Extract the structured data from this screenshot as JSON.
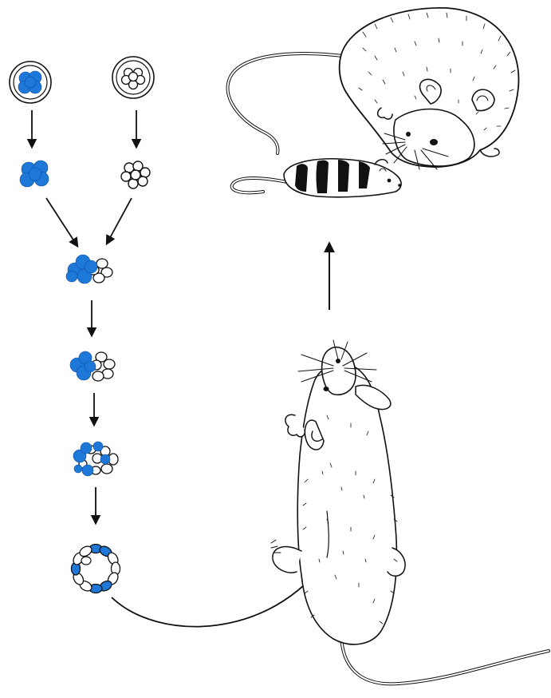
{
  "figure": {
    "colors": {
      "blue": "#1e78d8",
      "ink": "#111111",
      "paper": "#ffffff"
    },
    "icons": {
      "source_egg_blue": "egg-with-blue-blastomeres-icon",
      "source_egg_white": "egg-with-white-blastomeres-icon",
      "embryo_blue": "blue-embryo-icon",
      "embryo_white": "white-embryo-icon",
      "aggregate": "chimeric-aggregate-icon",
      "blastocyst": "chimeric-blastocyst-icon",
      "foster_mother": "foster-mother-mouse-icon",
      "adult_mouse": "adult-mouse-icon",
      "chimeric_offspring": "striped-chimeric-mouse-icon"
    },
    "stages": {
      "chimera_blue_fraction": [
        0.55,
        0.5,
        0.5,
        0.45
      ],
      "blastocyst_blue_fraction": 0.45
    }
  }
}
